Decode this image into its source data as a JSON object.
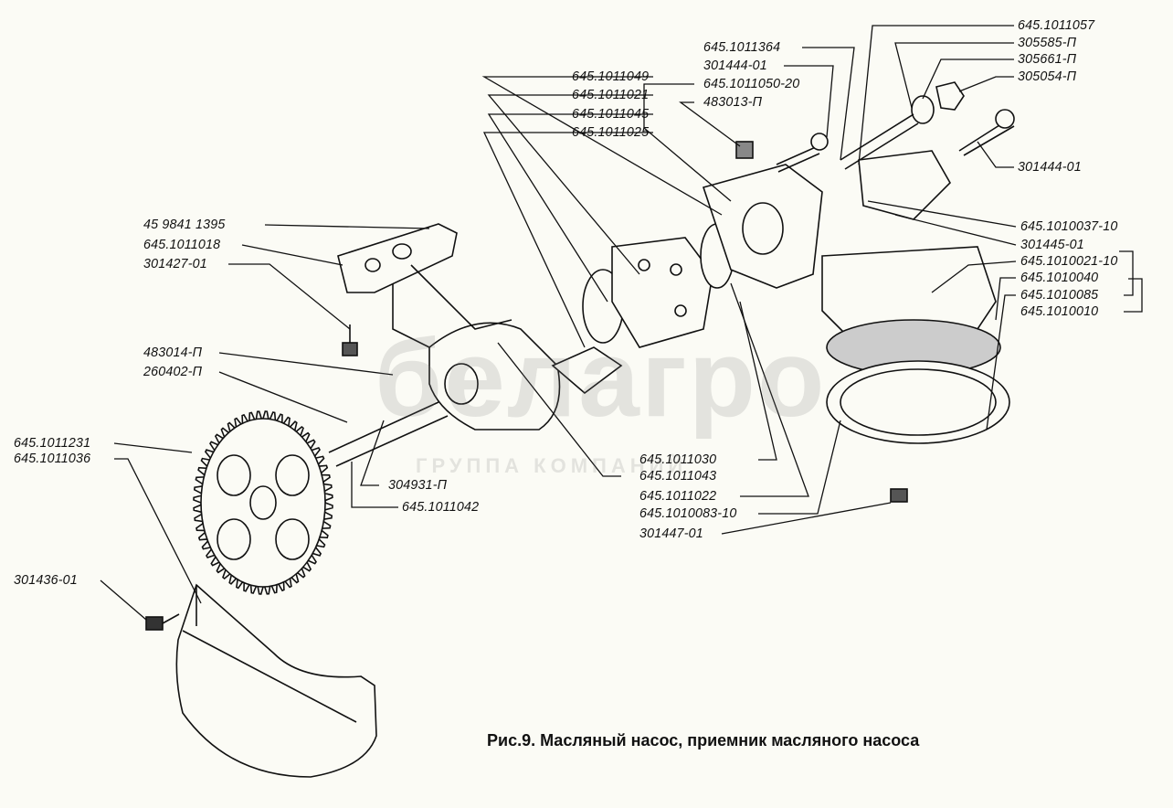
{
  "caption": "Рис.9. Масляный насос, приемник масляного насоса",
  "watermark": {
    "brand": "белагро",
    "tagline": "ГРУППА КОМПАНИЙ"
  },
  "labels": [
    "645.1011049",
    "645.1011021",
    "645.1011045",
    "645.1011025",
    "645.1011364",
    "301444-01",
    "645.1011050-20",
    "483013-П",
    "645.1011057",
    "305585-П",
    "305661-П",
    "305054-П",
    "301444-01",
    "645.1010037-10",
    "301445-01",
    "645.1010021-10",
    "645.1010040",
    "645.1010085",
    "645.1010010",
    "45 9841 1395",
    "645.1011018",
    "301427-01",
    "483014-П",
    "260402-П",
    "645.1011231",
    "645.1011036",
    "304931-П",
    "645.1011042",
    "645.1011030",
    "645.1011043",
    "645.1011022",
    "645.1010083-10",
    "301447-01",
    "301436-01"
  ]
}
